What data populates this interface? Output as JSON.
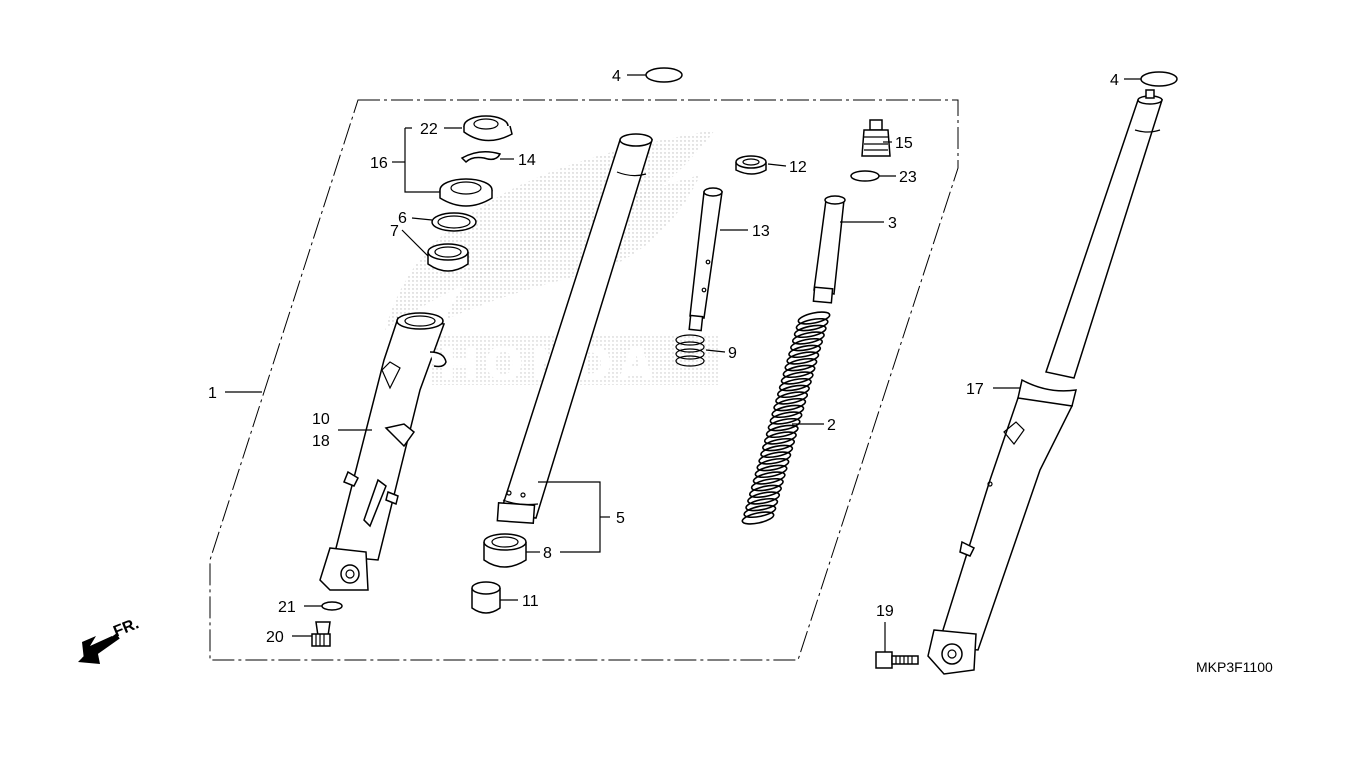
{
  "diagram_code": "MKP3F1100",
  "front_indicator": "FR.",
  "labels": {
    "p1": "1",
    "p2": "2",
    "p3": "3",
    "p4a": "4",
    "p4b": "4",
    "p5": "5",
    "p6": "6",
    "p7": "7",
    "p8": "8",
    "p9": "9",
    "p10": "10",
    "p11": "11",
    "p12": "12",
    "p13": "13",
    "p14": "14",
    "p15": "15",
    "p16": "16",
    "p17": "17",
    "p18": "18",
    "p19": "19",
    "p20": "20",
    "p21": "21",
    "p22": "22",
    "p23": "23"
  },
  "colors": {
    "line": "#000000",
    "background": "#ffffff",
    "watermark": "#bdbdbd"
  }
}
